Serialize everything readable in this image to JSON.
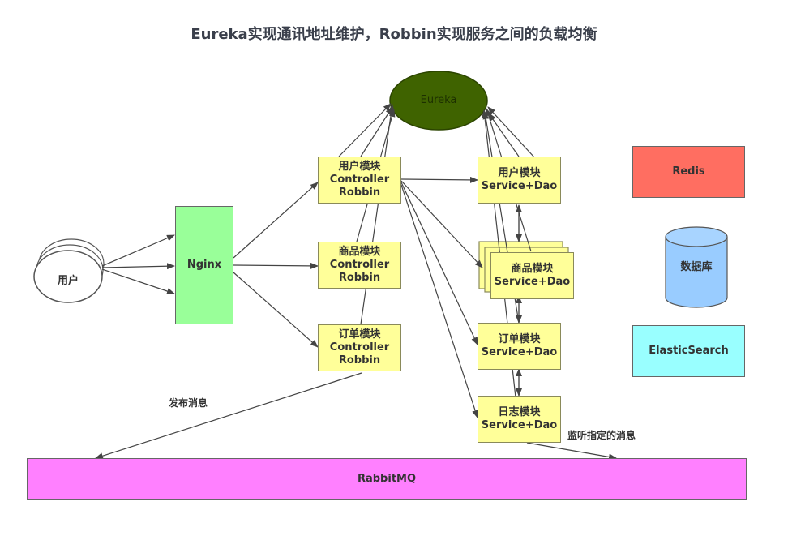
{
  "title": "Eureka实现通讯地址维护，Robbin实现服务之间的负载均衡",
  "nodes": {
    "eureka": "Eureka",
    "user": "用户",
    "nginx": "Nginx",
    "user_controller": "用户模块\nController\nRobbin",
    "goods_controller": "商品模块\nController\nRobbin",
    "order_controller": "订单模块\nController\nRobbin",
    "user_service": "用户模块\nService+Dao",
    "goods_service": "商品模块\nService+Dao",
    "order_service": "订单模块\nService+Dao",
    "log_service": "日志模块\nService+Dao",
    "redis": "Redis",
    "database": "数据库",
    "elasticsearch": "ElasticSearch",
    "rabbitmq": "RabbitMQ"
  },
  "labels": {
    "publish": "发布消息",
    "listen": "监听指定的消息"
  },
  "colors": {
    "eureka": "#3f6300",
    "nginx": "#99ff99",
    "module": "#ffff99",
    "redis": "#ff6e61",
    "database": "#99ccff",
    "elasticsearch": "#99ffff",
    "rabbitmq": "#ff80ff"
  }
}
